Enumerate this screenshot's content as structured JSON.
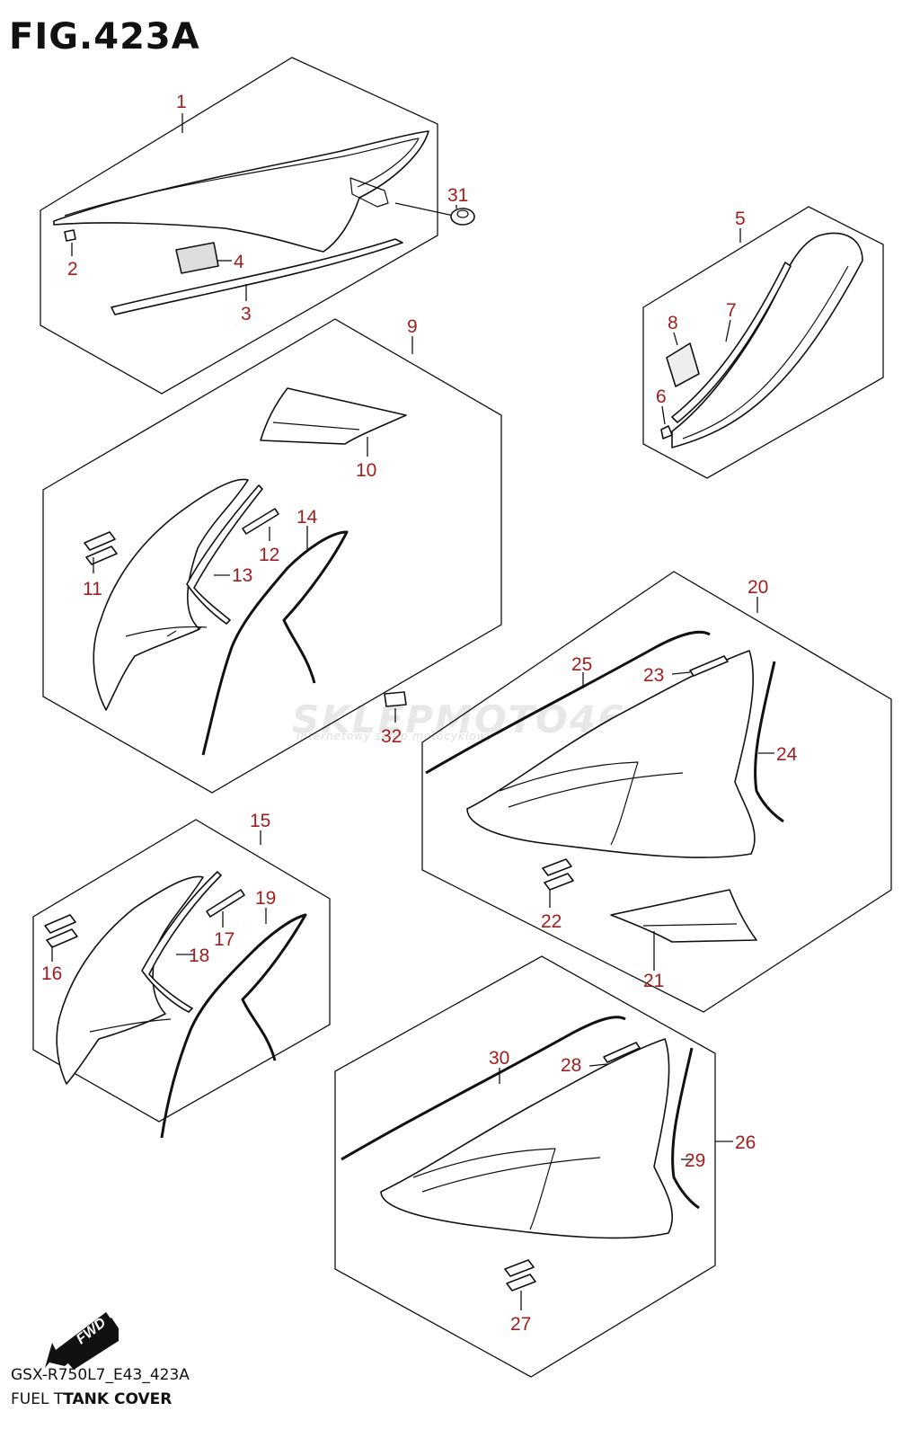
{
  "figure": {
    "title": "FIG.423A",
    "model_code": "GSX-R750L7_E43_423A",
    "caption_prefix": "FUEL T",
    "caption_bold": "TANK COVER"
  },
  "watermark": {
    "brand": "SKLEPMOTO46.PL",
    "tagline": "Internetowy sklep motocyklowy"
  },
  "fwd_badge": "FWD",
  "callouts": [
    "1",
    "2",
    "3",
    "4",
    "5",
    "6",
    "7",
    "8",
    "9",
    "10",
    "11",
    "12",
    "13",
    "14",
    "15",
    "16",
    "17",
    "18",
    "19",
    "20",
    "21",
    "22",
    "23",
    "24",
    "25",
    "26",
    "27",
    "28",
    "29",
    "30",
    "31",
    "32"
  ],
  "colors": {
    "callout": "#a01e1e",
    "line": "#111111"
  }
}
